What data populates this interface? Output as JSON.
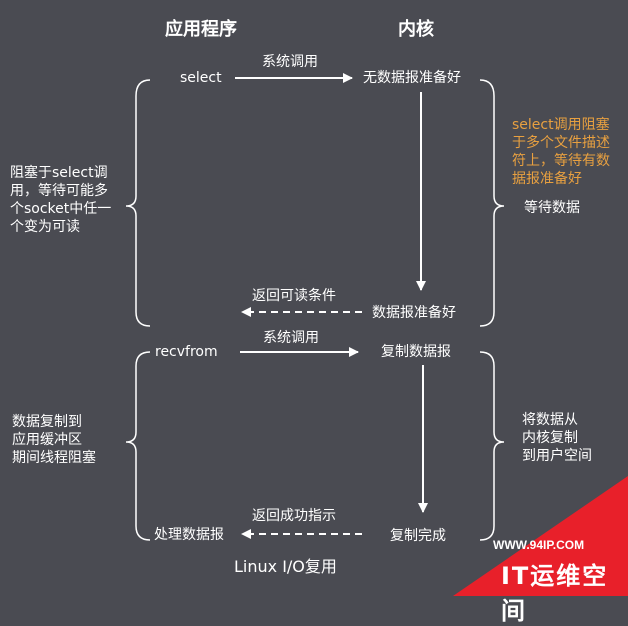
{
  "headers": {
    "app": "应用程序",
    "kernel": "内核"
  },
  "select_phase": {
    "app_call": "select",
    "call1_label": "系统调用",
    "kernel_state1": "无数据报准备好",
    "note_lines": [
      "select调用阻塞",
      "于多个文件描述",
      "符上，等待有数",
      "据报准备好"
    ],
    "wait_label": "等待数据",
    "left_lines": [
      "阻塞于select调",
      "用，等待可能多",
      "个socket中任一",
      "个变为可读"
    ],
    "return_label": "返回可读条件",
    "kernel_state2": "数据报准备好"
  },
  "recv_phase": {
    "app_call": "recvfrom",
    "call2_label": "系统调用",
    "kernel_state3": "复制数据报",
    "left_lines": [
      "数据复制到",
      "应用缓冲区",
      "期间线程阻塞"
    ],
    "right_lines": [
      "将数据从",
      "内核复制",
      "到用户空间"
    ],
    "return_label": "返回成功指示",
    "app_end": "处理数据报",
    "kernel_end": "复制完成"
  },
  "caption": "Linux I/O复用",
  "watermark": {
    "url": "WWW.94IP.COM",
    "brand": "IT运维空间"
  },
  "colors": {
    "background": "#4a4b52",
    "text": "#ffffff",
    "note": "#e8a040",
    "watermark": "#e8202a"
  }
}
